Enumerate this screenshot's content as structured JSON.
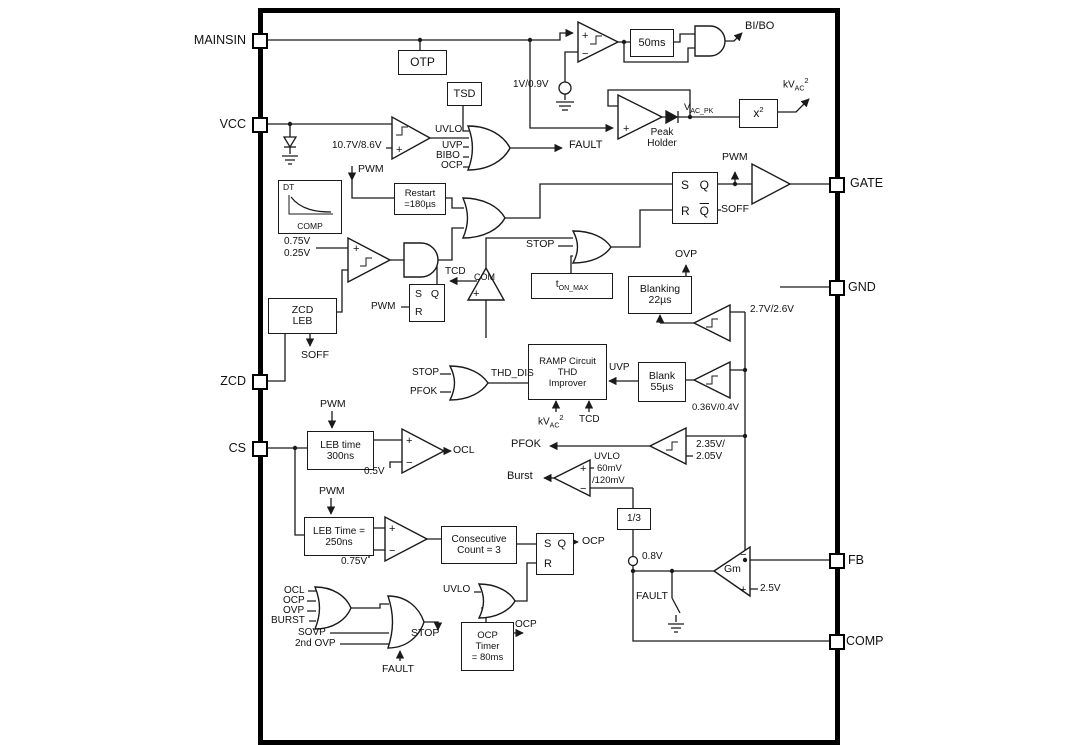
{
  "glyphs": {
    "plus": "+",
    "minus": "−"
  },
  "pins": {
    "mainsin": "MAINSIN",
    "vcc": "VCC",
    "zcd": "ZCD",
    "cs": "CS",
    "gate": "GATE",
    "gnd": "GND",
    "fb": "FB",
    "comp": "COMP"
  },
  "blocks": {
    "otp": "OTP",
    "tsd": "TSD",
    "t50ms": "50ms",
    "x2": {
      "base": "x",
      "sup": "2"
    },
    "restart": [
      "Restart",
      "=180µs"
    ],
    "dt": {
      "title": "DT",
      "axis": "COMP"
    },
    "blanking": [
      "Blanking",
      "22µs"
    ],
    "tonmax": {
      "base": "t",
      "sub": "ON_MAX"
    },
    "blank": [
      "Blank",
      "55µs"
    ],
    "ramp": [
      "RAMP Circuit",
      "THD",
      "Improver"
    ],
    "zcdleb": [
      "ZCD",
      "LEB"
    ],
    "leb300": [
      "LEB time",
      "300ns"
    ],
    "leb250": [
      "LEB Time =",
      "250ns"
    ],
    "conscount": [
      "Consecutive",
      "Count = 3"
    ],
    "ocptimer": [
      "OCP",
      "Timer",
      "= 80ms"
    ],
    "third": "1/3",
    "peakholder": [
      "Peak",
      "Holder"
    ],
    "latch": {
      "s": "S",
      "r": "R",
      "q": "Q"
    }
  },
  "signals": {
    "bibo_out": "BI/BO",
    "fault": "FAULT",
    "pwm": "PWM",
    "soff": "SOFF",
    "stop": "STOP",
    "ovp": "OVP",
    "uvlo": "UVLO",
    "uvp": "UVP",
    "bibo": "BIBO",
    "ocp": "OCP",
    "ocl": "OCL",
    "tcd": "TCD",
    "com": "COM",
    "pfok": "PFOK",
    "thd_dis": "THD_DIS",
    "burst": "Burst",
    "burst_up": "BURST",
    "sovp": "SOVP",
    "ovp2": "2nd OVP",
    "gm": "Gm",
    "vacpk": {
      "base": "V",
      "sub": "AC_PK"
    },
    "kvac2": {
      "base": "kV",
      "sub": "AC",
      "sup": "2"
    }
  },
  "thresholds": {
    "v1": "1V/0.9V",
    "vcc_hys": "10.7V/8.6V",
    "v075": "0.75V",
    "v025": "0.25V",
    "v27": "2.7V/2.6V",
    "v036": "0.36V/0.4V",
    "v235": [
      "2.35V/",
      "2.05V"
    ],
    "v05": "0.5V",
    "v08": "0.8V",
    "v25": "2.5V",
    "mv60": "60mV",
    "mv120": "/120mV"
  }
}
